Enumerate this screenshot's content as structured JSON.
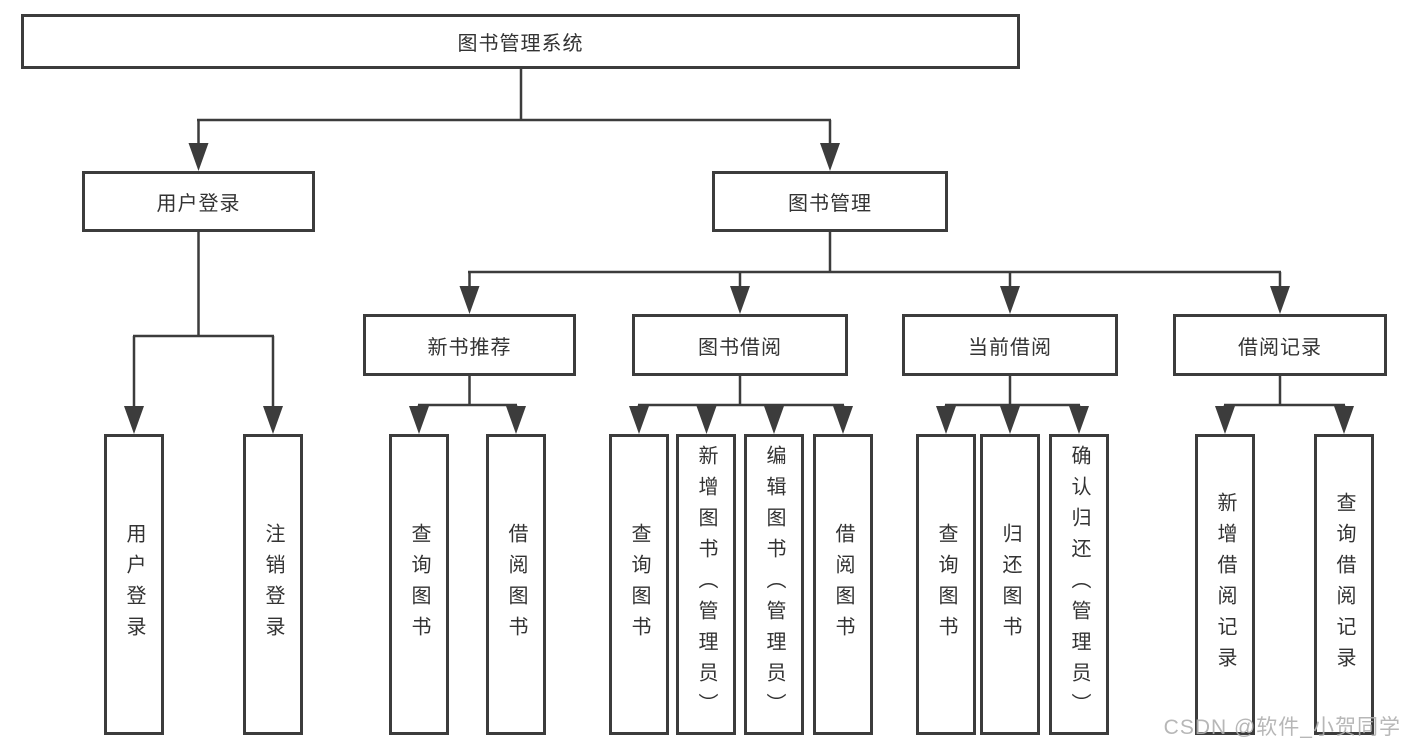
{
  "diagram": {
    "root": {
      "label": "图书管理系统"
    },
    "branches": [
      {
        "label": "用户登录",
        "children": [
          {
            "label": "用户登录"
          },
          {
            "label": "注销登录"
          }
        ]
      },
      {
        "label": "图书管理",
        "children": [
          {
            "label": "新书推荐",
            "children": [
              {
                "label": "查询图书"
              },
              {
                "label": "借阅图书"
              }
            ]
          },
          {
            "label": "图书借阅",
            "children": [
              {
                "label": "查询图书"
              },
              {
                "label": "新增图书（管理员）"
              },
              {
                "label": "编辑图书（管理员）"
              },
              {
                "label": "借阅图书"
              }
            ]
          },
          {
            "label": "当前借阅",
            "children": [
              {
                "label": "查询图书"
              },
              {
                "label": "归还图书"
              },
              {
                "label": "确认归还（管理员）"
              }
            ]
          },
          {
            "label": "借阅记录",
            "children": [
              {
                "label": "新增借阅记录"
              },
              {
                "label": "查询借阅记录"
              }
            ]
          }
        ]
      }
    ],
    "watermark": {
      "label": "CSDN @软件_小贺同学"
    },
    "colors": {
      "line": "#3c3c3c",
      "text": "#333333",
      "box_background": "#ffffff",
      "watermark": "#afafaf"
    }
  }
}
